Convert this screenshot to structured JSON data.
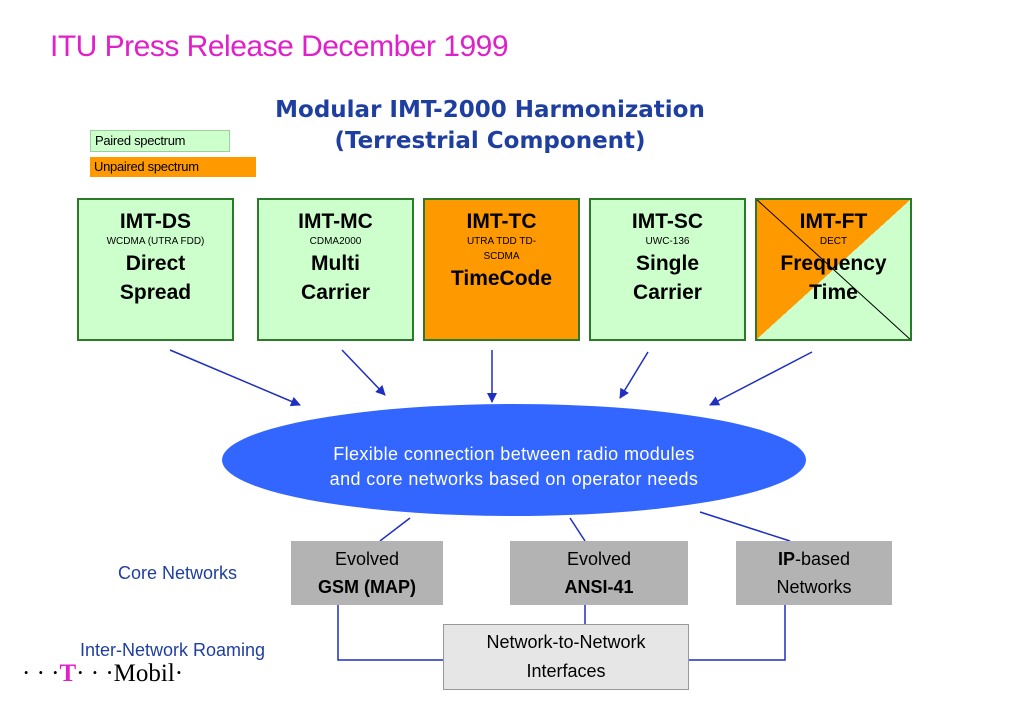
{
  "slide_title": "ITU Press Release December 1999",
  "diagram_title": [
    "Modular IMT-2000 Harmonization",
    "(Terrestrial Component)"
  ],
  "legend": {
    "paired": "Paired spectrum",
    "unpaired": "Unpaired spectrum"
  },
  "colors": {
    "paired": "#ccffcc",
    "unpaired": "#ff9900",
    "hub": "#3366ff",
    "title": "#e020c8",
    "core_box": "#b3b3b3",
    "arrow": "#1f2fbf"
  },
  "modules": [
    {
      "name": "IMT-DS",
      "standard": "WCDMA (UTRA FDD)",
      "description": "Direct Spread",
      "spectrum": "paired"
    },
    {
      "name": "IMT-MC",
      "standard": "CDMA2000",
      "description": "Multi Carrier",
      "spectrum": "paired"
    },
    {
      "name": "IMT-TC",
      "standard": "UTRA TDD TD-SCDMA",
      "description": "TimeCode",
      "spectrum": "unpaired"
    },
    {
      "name": "IMT-SC",
      "standard": "UWC-136",
      "description": "Single Carrier",
      "spectrum": "paired"
    },
    {
      "name": "IMT-FT",
      "standard": "DECT",
      "description": "Frequency Time",
      "spectrum": "both"
    }
  ],
  "hub": {
    "line1": "Flexible connection between radio modules",
    "line2": "and core networks based on operator needs"
  },
  "core_networks_label": "Core Networks",
  "core_networks": [
    {
      "line1": "Evolved",
      "line2": "GSM (MAP)"
    },
    {
      "line1": "Evolved",
      "line2": "ANSI-41"
    },
    {
      "line1_bold": "IP",
      "line1_rest": "-based",
      "line2": "Networks"
    }
  ],
  "roaming_label": "Inter-Network Roaming",
  "nn_interfaces": {
    "line1": "Network-to-Network",
    "line2": "Interfaces"
  },
  "logo": {
    "dots_left": "· · ·",
    "t": "T",
    "dots_mid": "· · ·",
    "text": "Mobil",
    "dot_end": "·"
  }
}
